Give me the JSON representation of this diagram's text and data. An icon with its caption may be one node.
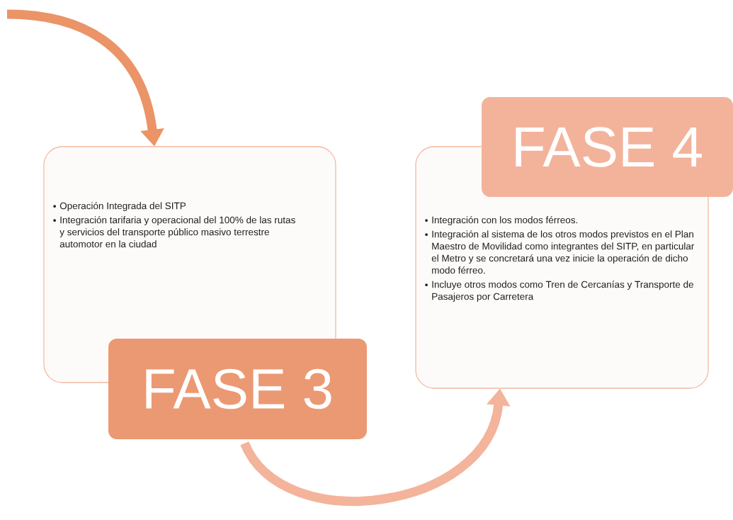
{
  "diagram": {
    "nodes": [
      {
        "text": [
          "Operación Integrada del SITP",
          "Integración tarifaria y operacional del 100% de las rutas y servicios del transporte público masivo terrestre automotor en la ciudad"
        ]
      },
      {
        "text": [
          "FASE 3"
        ]
      },
      {
        "text": [
          "Integración con los modos férreos.",
          "Integración al sistema de los otros modos previstos en el Plan Maestro de Movilidad como integrantes del SITP, en particular el Metro y se concretará una vez inicie la operación de dicho modo férreo.",
          "Incluye otros modos como Tren de Cercanías y Transporte de Pasajeros por Carretera"
        ]
      },
      {
        "text": [
          "FASE 4"
        ]
      }
    ],
    "edges": [
      {
        "from": null,
        "to": 0,
        "arrow": "to",
        "color": "#eb9467"
      },
      {
        "from": 1,
        "to": 2,
        "arrow": "to",
        "color": "#f3b49b"
      }
    ]
  }
}
